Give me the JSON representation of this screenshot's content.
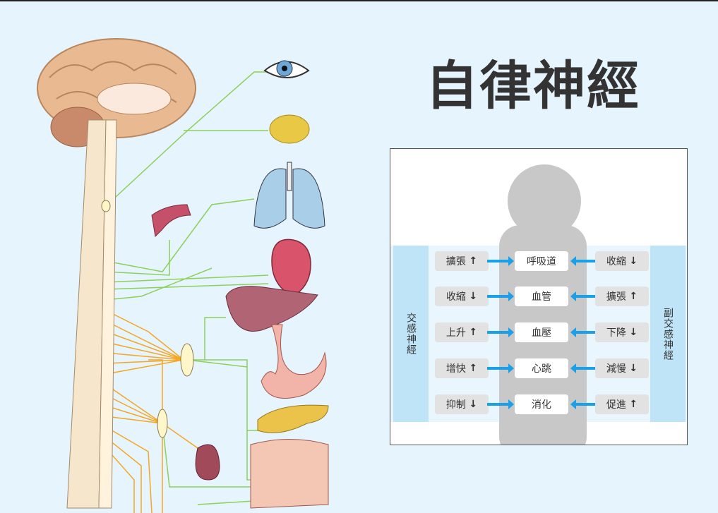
{
  "title": "自律神經",
  "diagram": {
    "left_label": "交感神經",
    "right_label": "副交感神經",
    "rows": [
      {
        "organ": "呼吸道",
        "sympathetic": "擴張",
        "sym_dir": "↑",
        "parasympathetic": "收縮",
        "para_dir": "↓"
      },
      {
        "organ": "血管",
        "sympathetic": "收縮",
        "sym_dir": "↓",
        "parasympathetic": "擴張",
        "para_dir": "↑"
      },
      {
        "organ": "血壓",
        "sympathetic": "上升",
        "sym_dir": "↑",
        "parasympathetic": "下降",
        "para_dir": "↓"
      },
      {
        "organ": "心跳",
        "sympathetic": "增快",
        "sym_dir": "↑",
        "parasympathetic": "減慢",
        "para_dir": "↓"
      },
      {
        "organ": "消化",
        "sympathetic": "抑制",
        "sym_dir": "↓",
        "parasympathetic": "促進",
        "para_dir": "↑"
      }
    ]
  },
  "colors": {
    "background": "#e6f4fd",
    "arrow": "#1aa0e8",
    "nerve_green": "#8cd05a",
    "nerve_orange": "#f5a623"
  }
}
